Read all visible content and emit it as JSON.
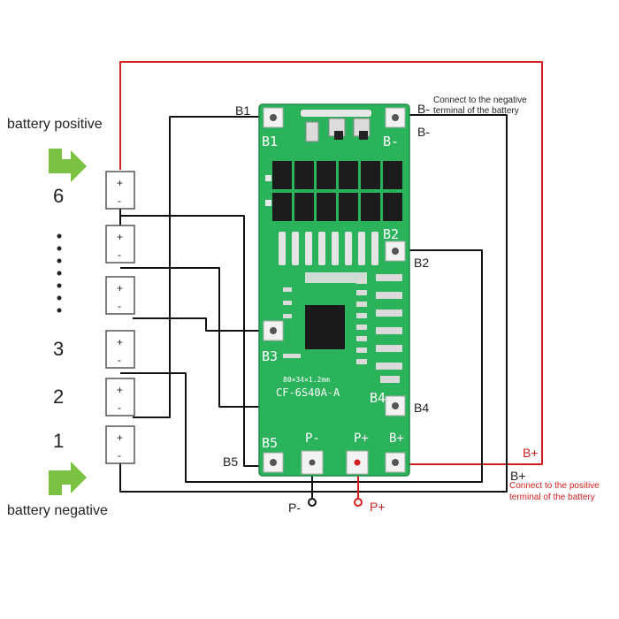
{
  "labels": {
    "battery_positive": "battery positive",
    "battery_negative": "battery negative",
    "cell_6": "6",
    "cell_3": "3",
    "cell_2": "2",
    "cell_1": "1",
    "b1": "B1",
    "b_minus": "B-",
    "b_minus_note_line1": "Connect to the negative",
    "b_minus_note_line2": "terminal of the battery",
    "b2": "B2",
    "b4": "B4",
    "b5": "B5",
    "b_plus_top": "B+",
    "b_plus_bottom": "B+",
    "b_plus_note_line1": "Connect to the positive",
    "b_plus_note_line2": "terminal of the battery",
    "p_minus": "P-",
    "p_plus": "P+",
    "plus_sign": "+",
    "minus_sign": "-"
  },
  "pcb": {
    "model": "CF-6S40A-A",
    "size_text": "80×34×1.2mm",
    "silk_b1": "B1",
    "silk_b_minus": "B-",
    "silk_b2": "B2",
    "silk_b3": "B3",
    "silk_b4": "B4",
    "silk_b5": "B5",
    "silk_p_minus": "P-",
    "silk_p_plus": "P+",
    "silk_b_plus": "B+"
  },
  "colors": {
    "pcb_green": "#2bb35b",
    "wire_black": "#111111",
    "wire_red": "#d42020",
    "arrow_green": "#7cc242"
  }
}
